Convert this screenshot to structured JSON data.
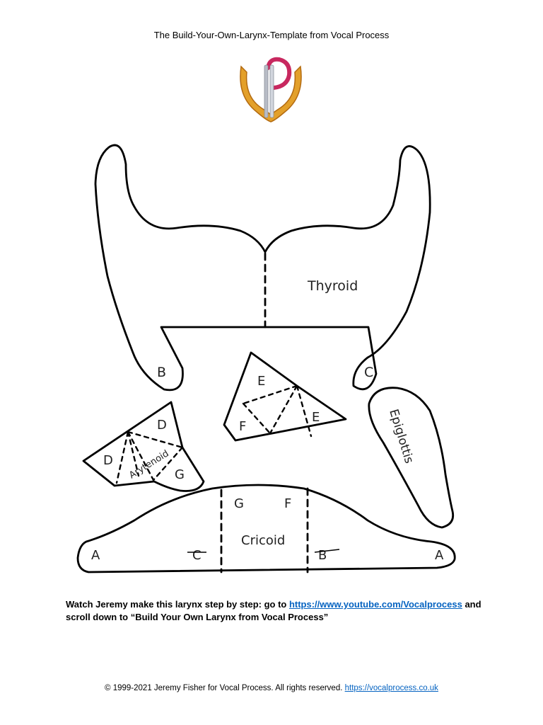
{
  "header": {
    "title": "The Build-Your-Own-Larynx-Template from Vocal Process"
  },
  "logo": {
    "name": "vocal-process-logo",
    "colors": {
      "pink": "#c8285f",
      "gold": "#e3a02a",
      "silver": "#b8bcc6"
    }
  },
  "template": {
    "thyroid": {
      "name": "Thyroid",
      "left_tab": "B",
      "right_tab": "C"
    },
    "epiglottis": {
      "name": "Epiglottis"
    },
    "small_piece": {
      "labels": [
        "E",
        "E",
        "F"
      ]
    },
    "arytenoid": {
      "name": "Arytenoid",
      "labels": [
        "D",
        "D",
        "G"
      ]
    },
    "cricoid": {
      "name": "Cricoid",
      "labels": [
        "G",
        "F",
        "A",
        "A",
        "C",
        "B"
      ]
    }
  },
  "instructions": {
    "text_before": "Watch Jeremy make this larynx step by step: go to ",
    "link": "https://www.youtube.com/Vocalprocess",
    "text_after": " and scroll down to “Build Your Own Larynx from Vocal Process”"
  },
  "footer": {
    "copyright": "© 1999-2021 Jeremy Fisher for Vocal Process. All rights reserved. ",
    "link": "https://vocalprocess.co.uk"
  }
}
